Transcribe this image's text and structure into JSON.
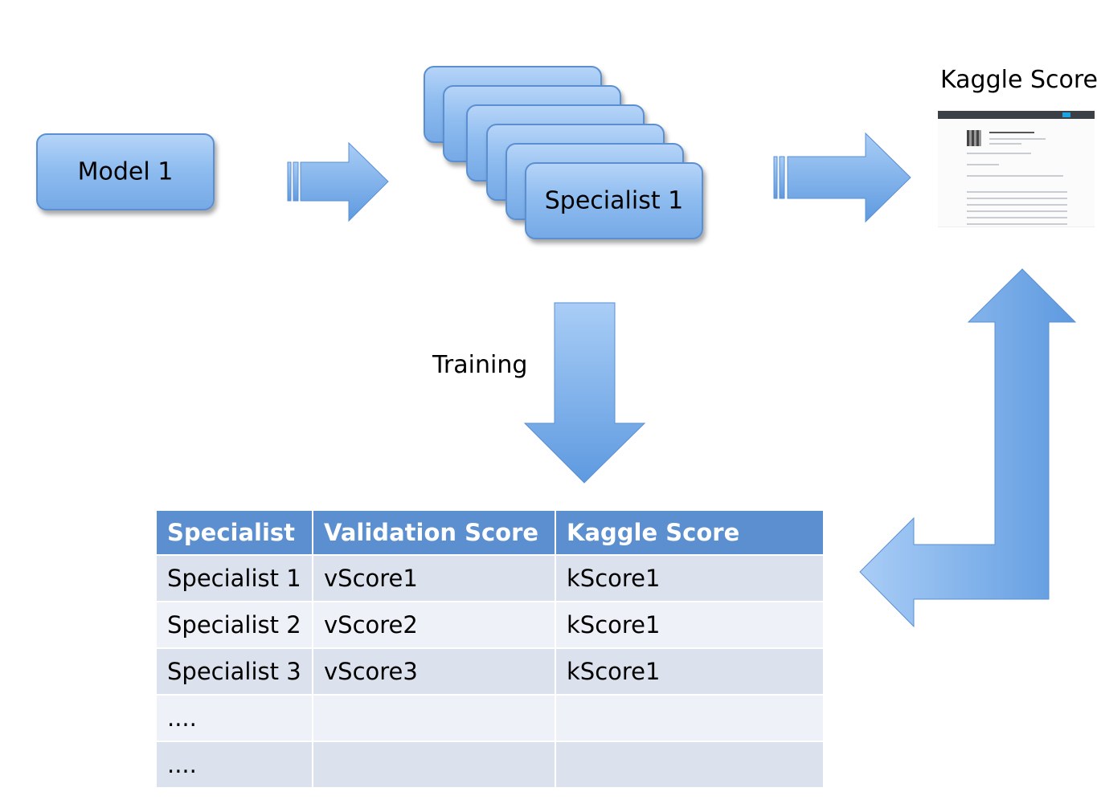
{
  "model_box": {
    "label": "Model 1"
  },
  "specialist_stack": {
    "front_label": "Specialist 1"
  },
  "kaggle": {
    "title": "Kaggle Score"
  },
  "training_label": "Training",
  "table": {
    "headers": [
      "Specialist",
      "Validation Score",
      "Kaggle Score"
    ],
    "rows": [
      [
        "Specialist 1",
        "vScore1",
        "kScore1"
      ],
      [
        "Specialist 2",
        "vScore2",
        "kScore1"
      ],
      [
        "Specialist 3",
        "vScore3",
        "kScore1"
      ],
      [
        "....",
        "",
        ""
      ],
      [
        "....",
        "",
        ""
      ]
    ]
  },
  "colors": {
    "box_fill": "#8fbdf0",
    "arrow_fill": "#7fb0ea",
    "table_header": "#5b8fcf",
    "table_row_dark": "#dbe2ee",
    "table_row_light": "#eef1f7"
  }
}
